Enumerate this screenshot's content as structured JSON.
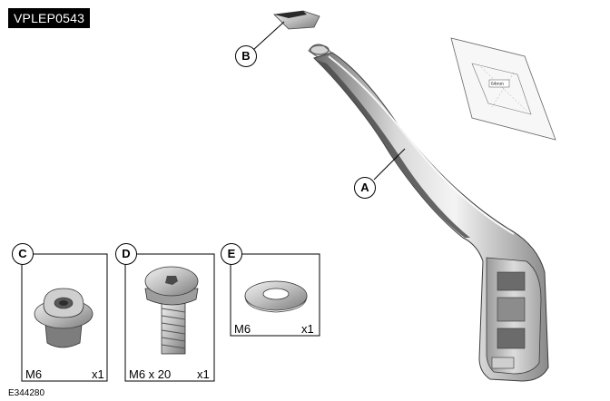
{
  "figure_id": "VPLEP0543",
  "image_code": "E344280",
  "callouts": {
    "a": "A",
    "b": "B",
    "c": "C",
    "d": "D",
    "e": "E"
  },
  "parts": {
    "c": {
      "spec": "M6",
      "qty": "x1"
    },
    "d": {
      "spec": "M6 x 20",
      "qty": "x1"
    },
    "e": {
      "spec": "M6",
      "qty": "x1"
    }
  },
  "template_label": "64mm"
}
